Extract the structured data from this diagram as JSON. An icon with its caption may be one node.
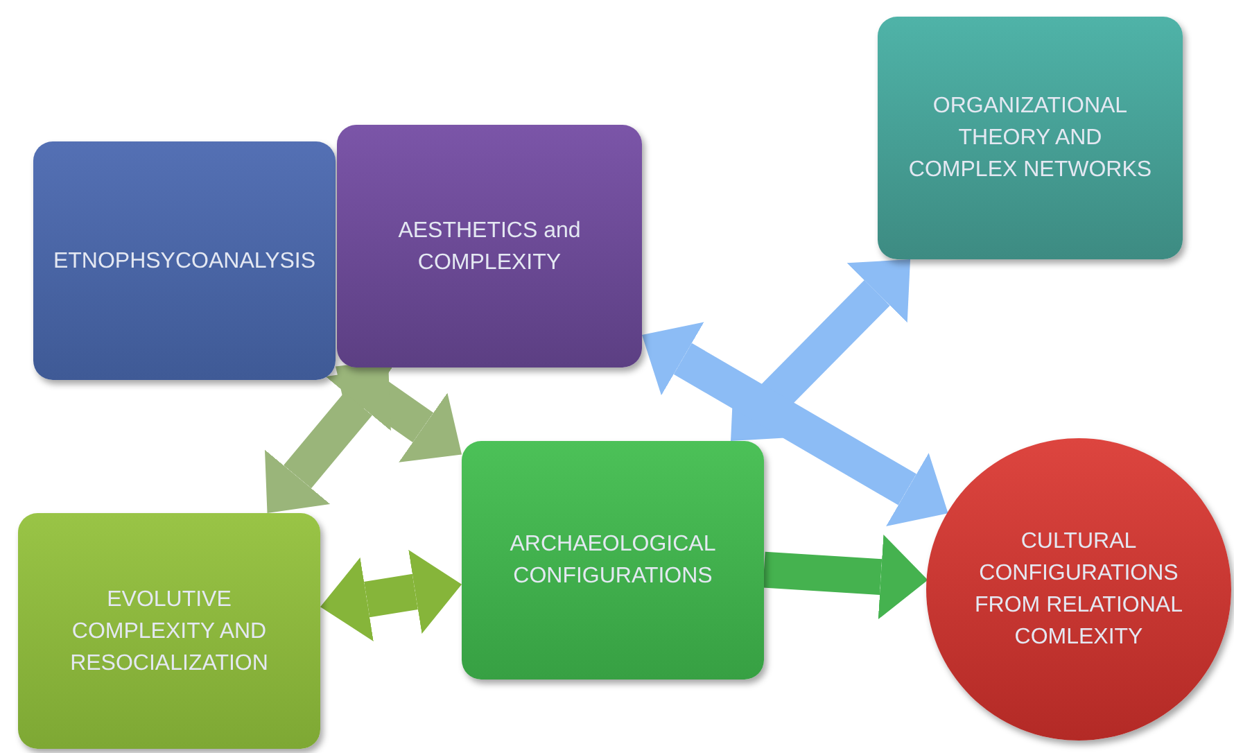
{
  "diagram": {
    "nodes": [
      {
        "text": [
          "ETNOPHSYCOANALYSIS"
        ]
      },
      {
        "text": [
          "AESTHETICS  and COMPLEXITY"
        ]
      },
      {
        "text": [
          "ORGANIZATIONAL THEORY  AND COMPLEX NETWORKS"
        ]
      },
      {
        "text": [
          "ARCHAEOLOGICAL CONFIGURATIONS"
        ]
      },
      {
        "text": [
          "EVOLUTIVE COMPLEXITY  AND RESOCIALIZATION"
        ]
      },
      {
        "text": [
          "CULTURAL CONFIGURATIONS FROM RELATIONAL COMLEXITY"
        ]
      }
    ],
    "edges": [
      {
        "from": 0,
        "to": 3,
        "arrow": "both",
        "color": "#9ab57a"
      },
      {
        "from": 1,
        "to": 4,
        "arrow": "both",
        "color": "#9ab57a"
      },
      {
        "from": 2,
        "to": 3,
        "arrow": "both",
        "color": "#8cbcf5"
      },
      {
        "from": 1,
        "to": 5,
        "arrow": "both",
        "color": "#8cbcf5"
      },
      {
        "from": 4,
        "to": 3,
        "arrow": "both",
        "color": "#86b53a"
      },
      {
        "from": 3,
        "to": 5,
        "arrow": "to",
        "color": "#45b24f"
      }
    ]
  }
}
